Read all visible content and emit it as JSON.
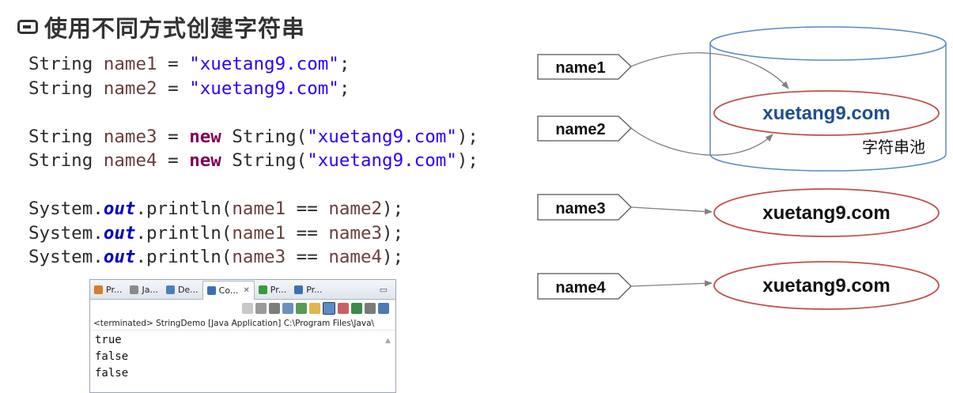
{
  "title": {
    "text": "使用不同方式创建字符串"
  },
  "code": {
    "lines": [
      [
        {
          "c": "t",
          "x": "String "
        },
        {
          "c": "v",
          "x": "name1"
        },
        {
          "c": "t",
          "x": " = "
        },
        {
          "c": "s",
          "x": "\"xuetang9.com\""
        },
        {
          "c": "t",
          "x": ";"
        }
      ],
      [
        {
          "c": "t",
          "x": "String "
        },
        {
          "c": "v",
          "x": "name2"
        },
        {
          "c": "t",
          "x": " = "
        },
        {
          "c": "s",
          "x": "\"xuetang9.com\""
        },
        {
          "c": "t",
          "x": ";"
        }
      ],
      [],
      [
        {
          "c": "t",
          "x": "String "
        },
        {
          "c": "v",
          "x": "name3"
        },
        {
          "c": "t",
          "x": " = "
        },
        {
          "c": "k",
          "x": "new"
        },
        {
          "c": "t",
          "x": " String("
        },
        {
          "c": "s",
          "x": "\"xuetang9.com\""
        },
        {
          "c": "t",
          "x": ");"
        }
      ],
      [
        {
          "c": "t",
          "x": "String "
        },
        {
          "c": "v",
          "x": "name4"
        },
        {
          "c": "t",
          "x": " = "
        },
        {
          "c": "k",
          "x": "new"
        },
        {
          "c": "t",
          "x": " String("
        },
        {
          "c": "s",
          "x": "\"xuetang9.com\""
        },
        {
          "c": "t",
          "x": ");"
        }
      ],
      [],
      [
        {
          "c": "t",
          "x": "System."
        },
        {
          "c": "o",
          "x": "out"
        },
        {
          "c": "t",
          "x": ".println("
        },
        {
          "c": "v",
          "x": "name1"
        },
        {
          "c": "t",
          "x": " == "
        },
        {
          "c": "v",
          "x": "name2"
        },
        {
          "c": "t",
          "x": ");"
        }
      ],
      [
        {
          "c": "t",
          "x": "System."
        },
        {
          "c": "o",
          "x": "out"
        },
        {
          "c": "t",
          "x": ".println("
        },
        {
          "c": "v",
          "x": "name1"
        },
        {
          "c": "t",
          "x": " == "
        },
        {
          "c": "v",
          "x": "name3"
        },
        {
          "c": "t",
          "x": ");"
        }
      ],
      [
        {
          "c": "t",
          "x": "System."
        },
        {
          "c": "o",
          "x": "out"
        },
        {
          "c": "t",
          "x": ".println("
        },
        {
          "c": "v",
          "x": "name3"
        },
        {
          "c": "t",
          "x": " == "
        },
        {
          "c": "v",
          "x": "name4"
        },
        {
          "c": "t",
          "x": ");"
        }
      ]
    ]
  },
  "console": {
    "tabs": [
      {
        "label": "Pr...",
        "icon_color": "#d77b2a",
        "active": false
      },
      {
        "label": "Ja...",
        "icon_color": "#8a8a8a",
        "active": false
      },
      {
        "label": "De...",
        "icon_color": "#4c7fb8",
        "active": false
      },
      {
        "label": "Co...",
        "icon_color": "#3d6fb0",
        "active": true,
        "close": "✕"
      },
      {
        "label": "Pr...",
        "icon_color": "#3a9a3a",
        "active": false
      },
      {
        "label": "Pr...",
        "icon_color": "#3d6fb0",
        "active": false
      }
    ],
    "minimize_glyph": "▭",
    "status_line": "<terminated> StringDemo [Java Application] C:\\Program Files\\Java\\",
    "output": [
      "true",
      "false",
      "false"
    ]
  },
  "diagram": {
    "refs": [
      "name1",
      "name2",
      "name3",
      "name4"
    ],
    "pool_value": "xuetang9.com",
    "pool_label": "字符串池",
    "heap_values": [
      "xuetang9.com",
      "xuetang9.com"
    ],
    "colors": {
      "pool_border": "#5b87c5",
      "ellipse_border": "#c0504d",
      "pool_text": "#1f4e8c",
      "arrow": "#808080"
    }
  }
}
